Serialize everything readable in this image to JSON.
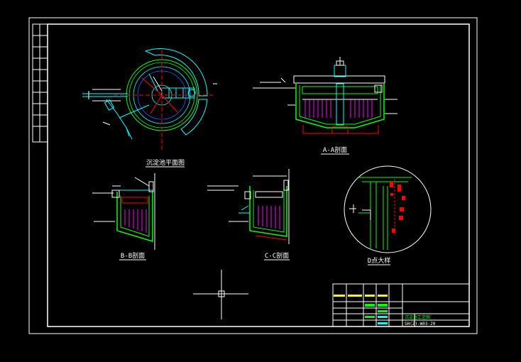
{
  "drawing": {
    "labels": {
      "plan": "沉淀池平面图",
      "section_a": "A-A剖面",
      "section_b": "B-B剖面",
      "section_c": "C-C剖面",
      "detail_d": "D点大样"
    },
    "title_block": {
      "drawing_title": "沉淀池工艺图",
      "drawing_number": "SH(Z)-W03-20"
    }
  },
  "colors": {
    "background": "#000000",
    "frame": "#ffffff",
    "structure_green": "#00ff00",
    "dimension_cyan": "#00ffff",
    "annotation_red": "#ff0000",
    "baffle_magenta": "#ff00ff",
    "blue": "#3355ff",
    "yellow": "#ffff00"
  }
}
